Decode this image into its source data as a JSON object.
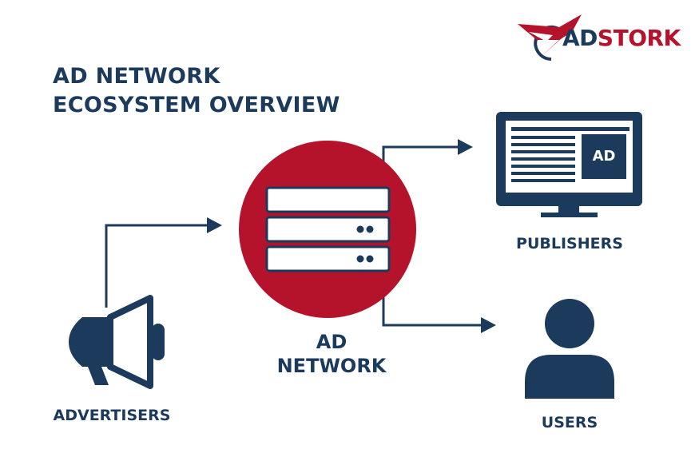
{
  "brand": {
    "logo_prefix": "AD",
    "logo_suffix": "STORK",
    "navy": "#1b3a5c",
    "red": "#b5122b"
  },
  "title": {
    "line1": "AD NETWORK",
    "line2": "ECOSYSTEM OVERVIEW"
  },
  "nodes": {
    "ad_network": {
      "line1": "AD",
      "line2": "NETWORK",
      "icon": "server-rack-icon"
    },
    "publishers": {
      "label": "PUBLISHERS",
      "screen_badge": "AD",
      "icon": "monitor-icon"
    },
    "users": {
      "label": "USERS",
      "icon": "user-icon"
    },
    "advertisers": {
      "label": "ADVERTISERS",
      "icon": "megaphone-icon"
    }
  },
  "edges": [
    {
      "from": "advertisers",
      "to": "ad_network"
    },
    {
      "from": "ad_network",
      "to": "publishers"
    },
    {
      "from": "ad_network",
      "to": "users"
    }
  ]
}
